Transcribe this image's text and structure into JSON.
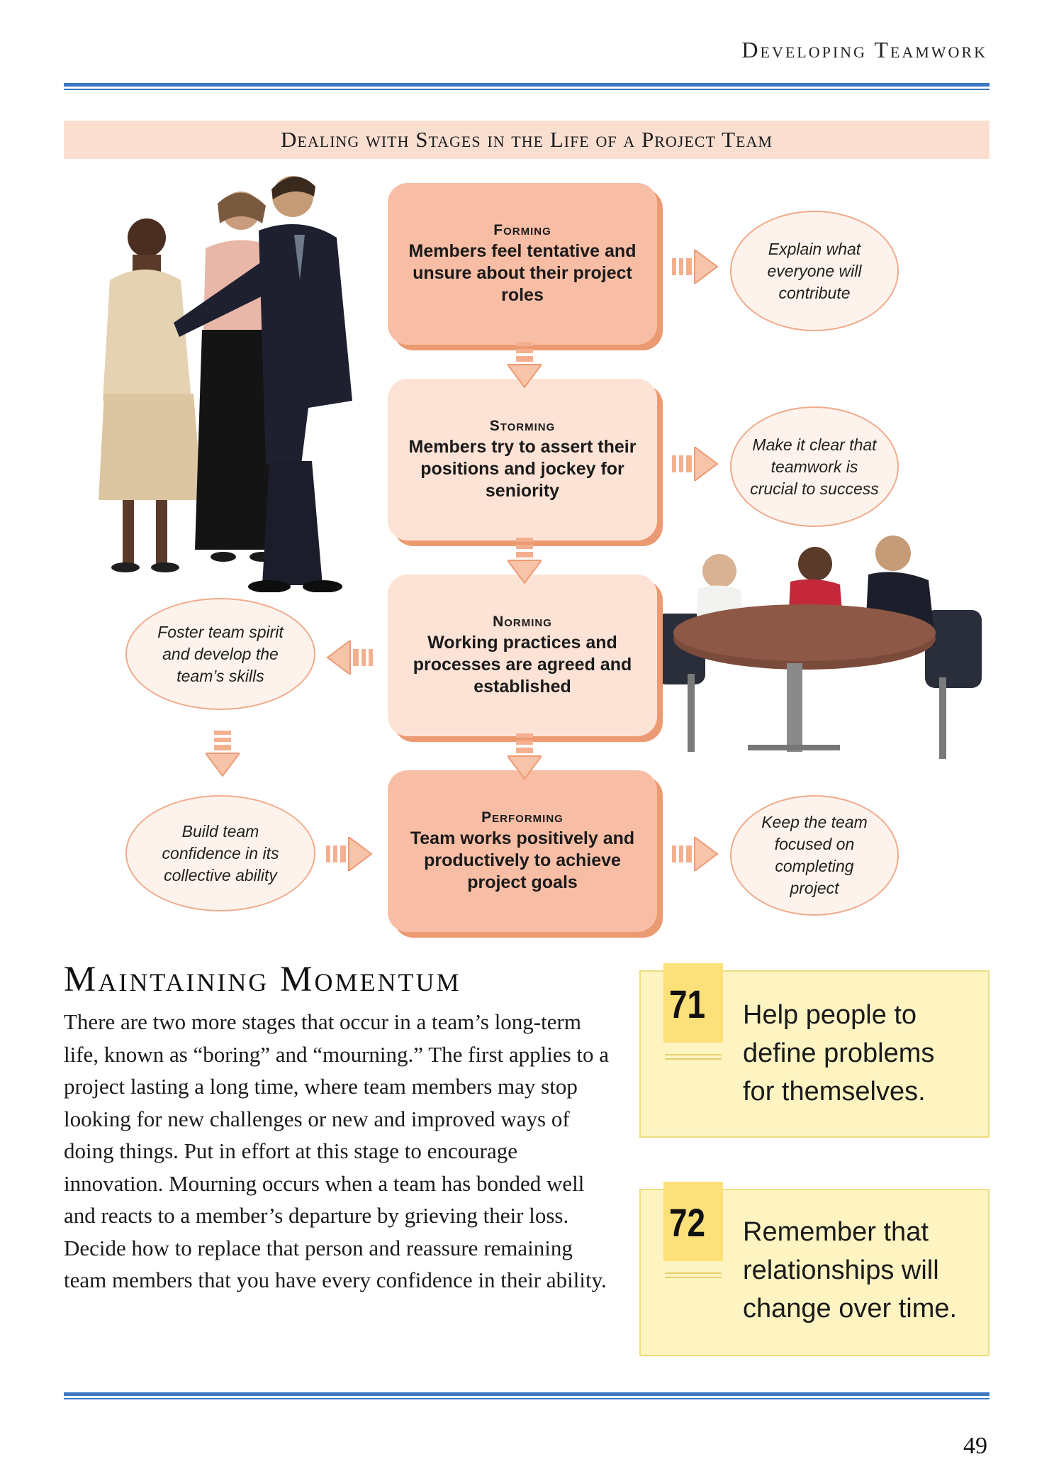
{
  "header": {
    "running_head": "Developing Teamwork"
  },
  "section": {
    "title": "Dealing with Stages in the Life of a Project Team"
  },
  "stages": [
    {
      "name": "Forming",
      "text": "Members feel tentative and unsure about their project roles"
    },
    {
      "name": "Storming",
      "text": "Members try to assert their positions and jockey for seniority"
    },
    {
      "name": "Norming",
      "text": "Working practices and processes are agreed and established"
    },
    {
      "name": "Performing",
      "text": "Team works positively and productively to achieve project goals"
    }
  ],
  "actions": {
    "forming": "Explain what everyone will contribute",
    "storming": "Make it clear that teamwork is crucial to success",
    "norming": "Foster team spirit and develop the team’s skills",
    "build": "Build team confidence in its collective ability",
    "performing": "Keep the team focused on completing project"
  },
  "article": {
    "heading": "Maintaining Momentum",
    "body": "There are two more stages that occur in a team’s long-term life, known as  “boring” and “mourning.” The first applies to a project lasting a long time, where team members may stop looking for new challenges or new and improved ways of doing things. Put in effort at this stage to encourage innovation. Mourning occurs when a team has bonded well and reacts to a member’s departure by grieving their loss. Decide how to replace that person and reassure remaining team members that you have every confidence in their ability."
  },
  "tips": [
    {
      "number": "71",
      "text": "Help people to define problems for themselves."
    },
    {
      "number": "72",
      "text": "Remember that relationships will change over time."
    }
  ],
  "footer": {
    "page_number": "49"
  },
  "colors": {
    "accent_blue": "#3a78c2",
    "band_pink": "#fadfd1",
    "stage_strong": "#f8bda5",
    "stage_light": "#fde3d6",
    "tip_yellow": "#fdf4c2"
  }
}
